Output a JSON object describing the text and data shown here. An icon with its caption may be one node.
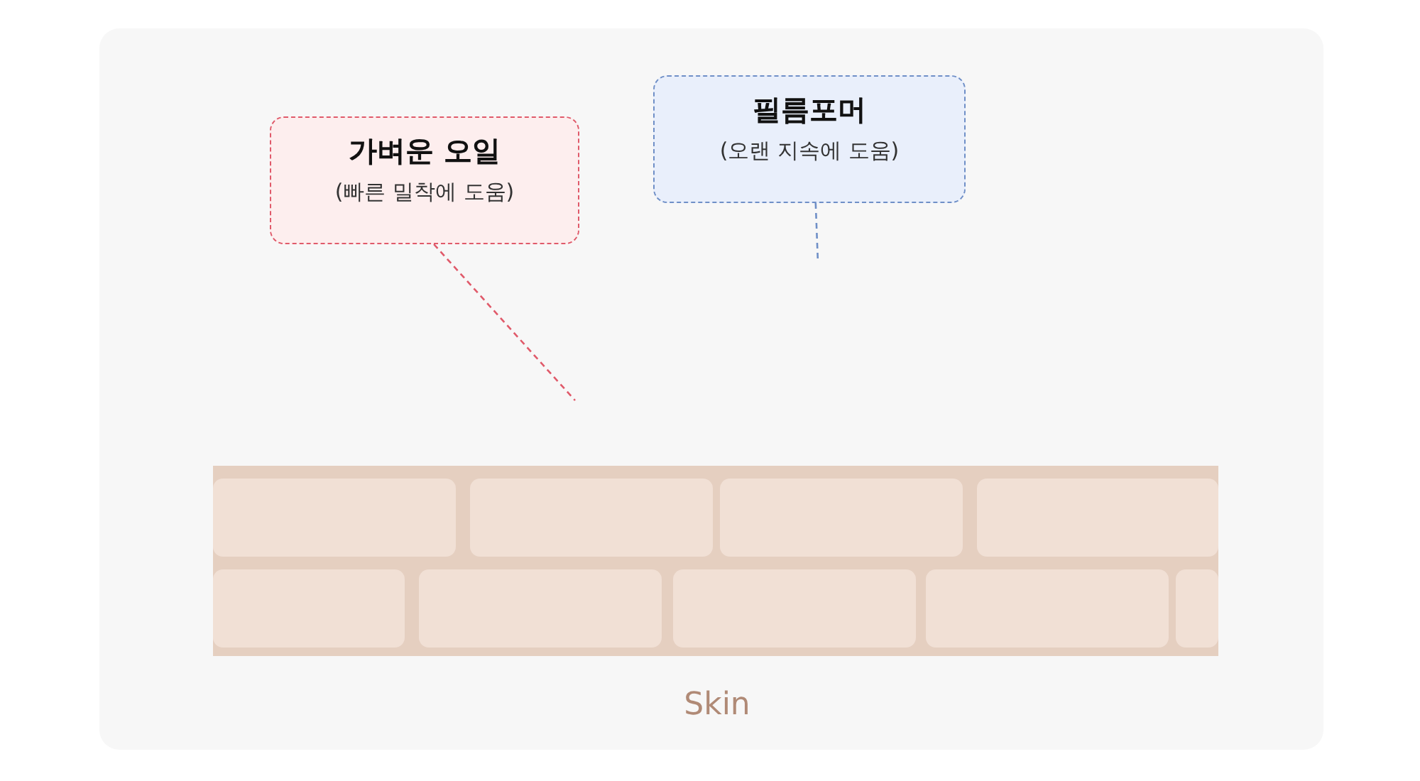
{
  "diagram": {
    "nodes": [
      {
        "text": [
          "가벼운 오일",
          "(빠른 밀착에 도움)"
        ]
      },
      {
        "text": [
          "필름포머",
          "(오랜 지속에 도움)"
        ]
      }
    ],
    "edges": [
      {
        "from": 0,
        "to": null,
        "arrow": "none",
        "style": "dashed",
        "color": "#e05a6a"
      },
      {
        "from": 1,
        "to": null,
        "arrow": "none",
        "style": "dashed",
        "color": "#6f8fc7"
      }
    ],
    "labels": [
      "Skin"
    ]
  }
}
